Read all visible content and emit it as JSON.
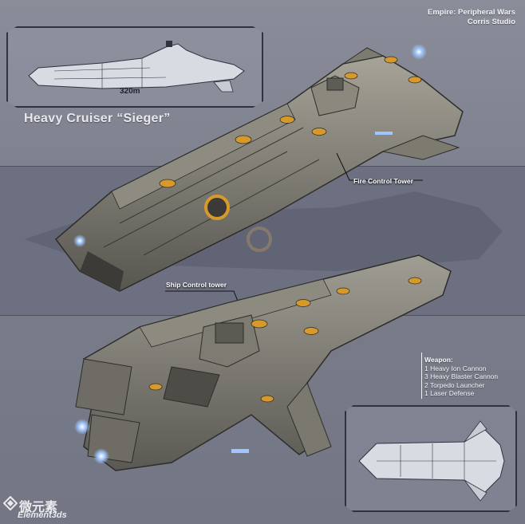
{
  "studio": {
    "line1": "Empire: Peripheral Wars",
    "line2": "Corris Studio"
  },
  "scale_label": "320m",
  "ship_name": "Heavy Cruiser “Sieger”",
  "callouts": {
    "fire_control": "Fire Control Tower",
    "ship_control": "Ship Control tower"
  },
  "weapons": {
    "title": "Weapon:",
    "items": [
      "1 Heavy Ion Cannon",
      "3 Heavy Blaster Cannon",
      "2 Torpedo Launcher",
      "1 Laser Defense"
    ]
  },
  "watermark": {
    "cn": "微元素",
    "en": "Element3ds"
  },
  "colors": {
    "hull": "#6b6a64",
    "hull_light": "#9d9a90",
    "accent_gold": "#d79a2a",
    "engine_glow": "#9fc6ff",
    "line_art": "#2f3240"
  }
}
